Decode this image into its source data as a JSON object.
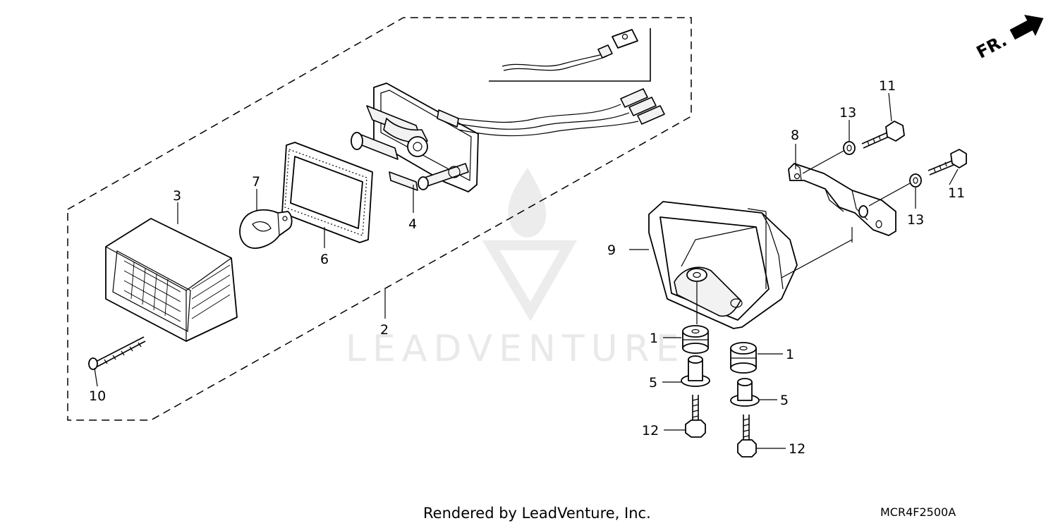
{
  "footer": {
    "rendered_by": "Rendered by LeadVenture, Inc.",
    "diagram_code": "MCR4F2500A"
  },
  "watermark": {
    "text": "LEADVENTURE"
  },
  "orientation": {
    "label": "FR."
  },
  "callouts": {
    "p1a": "1",
    "p1b": "1",
    "p2": "2",
    "p3": "3",
    "p4": "4",
    "p5a": "5",
    "p5b": "5",
    "p6": "6",
    "p7": "7",
    "p8": "8",
    "p9": "9",
    "p10": "10",
    "p11a": "11",
    "p11b": "11",
    "p12a": "12",
    "p12b": "12",
    "p13a": "13",
    "p13b": "13"
  },
  "colors": {
    "line": "#000000",
    "background": "#ffffff",
    "watermark": "#e9e9e9"
  }
}
